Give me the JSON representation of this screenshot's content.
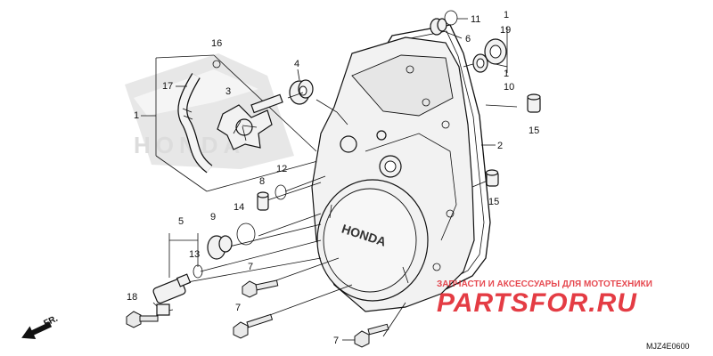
{
  "diagram": {
    "code": "MJZ4E0600",
    "front_marker": "FR.",
    "cover_logo": "HONDA",
    "bg_logo": "HONDA"
  },
  "watermark": {
    "tagline": "ЗАПЧАСТИ И АКСЕССУАРЫ ДЛЯ МОТОТЕХНИКИ",
    "brand": "PARTSFOR.RU",
    "color": "#e01b24"
  },
  "callouts": {
    "c1a": "1",
    "c1b": "1",
    "c1c": "1",
    "c2": "2",
    "c3": "3",
    "c4": "4",
    "c5": "5",
    "c6": "6",
    "c7a": "7",
    "c7b": "7",
    "c7c": "7",
    "c8": "8",
    "c9": "9",
    "c10": "10",
    "c11": "11",
    "c12": "12",
    "c13": "13",
    "c14": "14",
    "c15a": "15",
    "c15b": "15",
    "c16": "16",
    "c17": "17",
    "c18": "18",
    "c19": "19"
  }
}
